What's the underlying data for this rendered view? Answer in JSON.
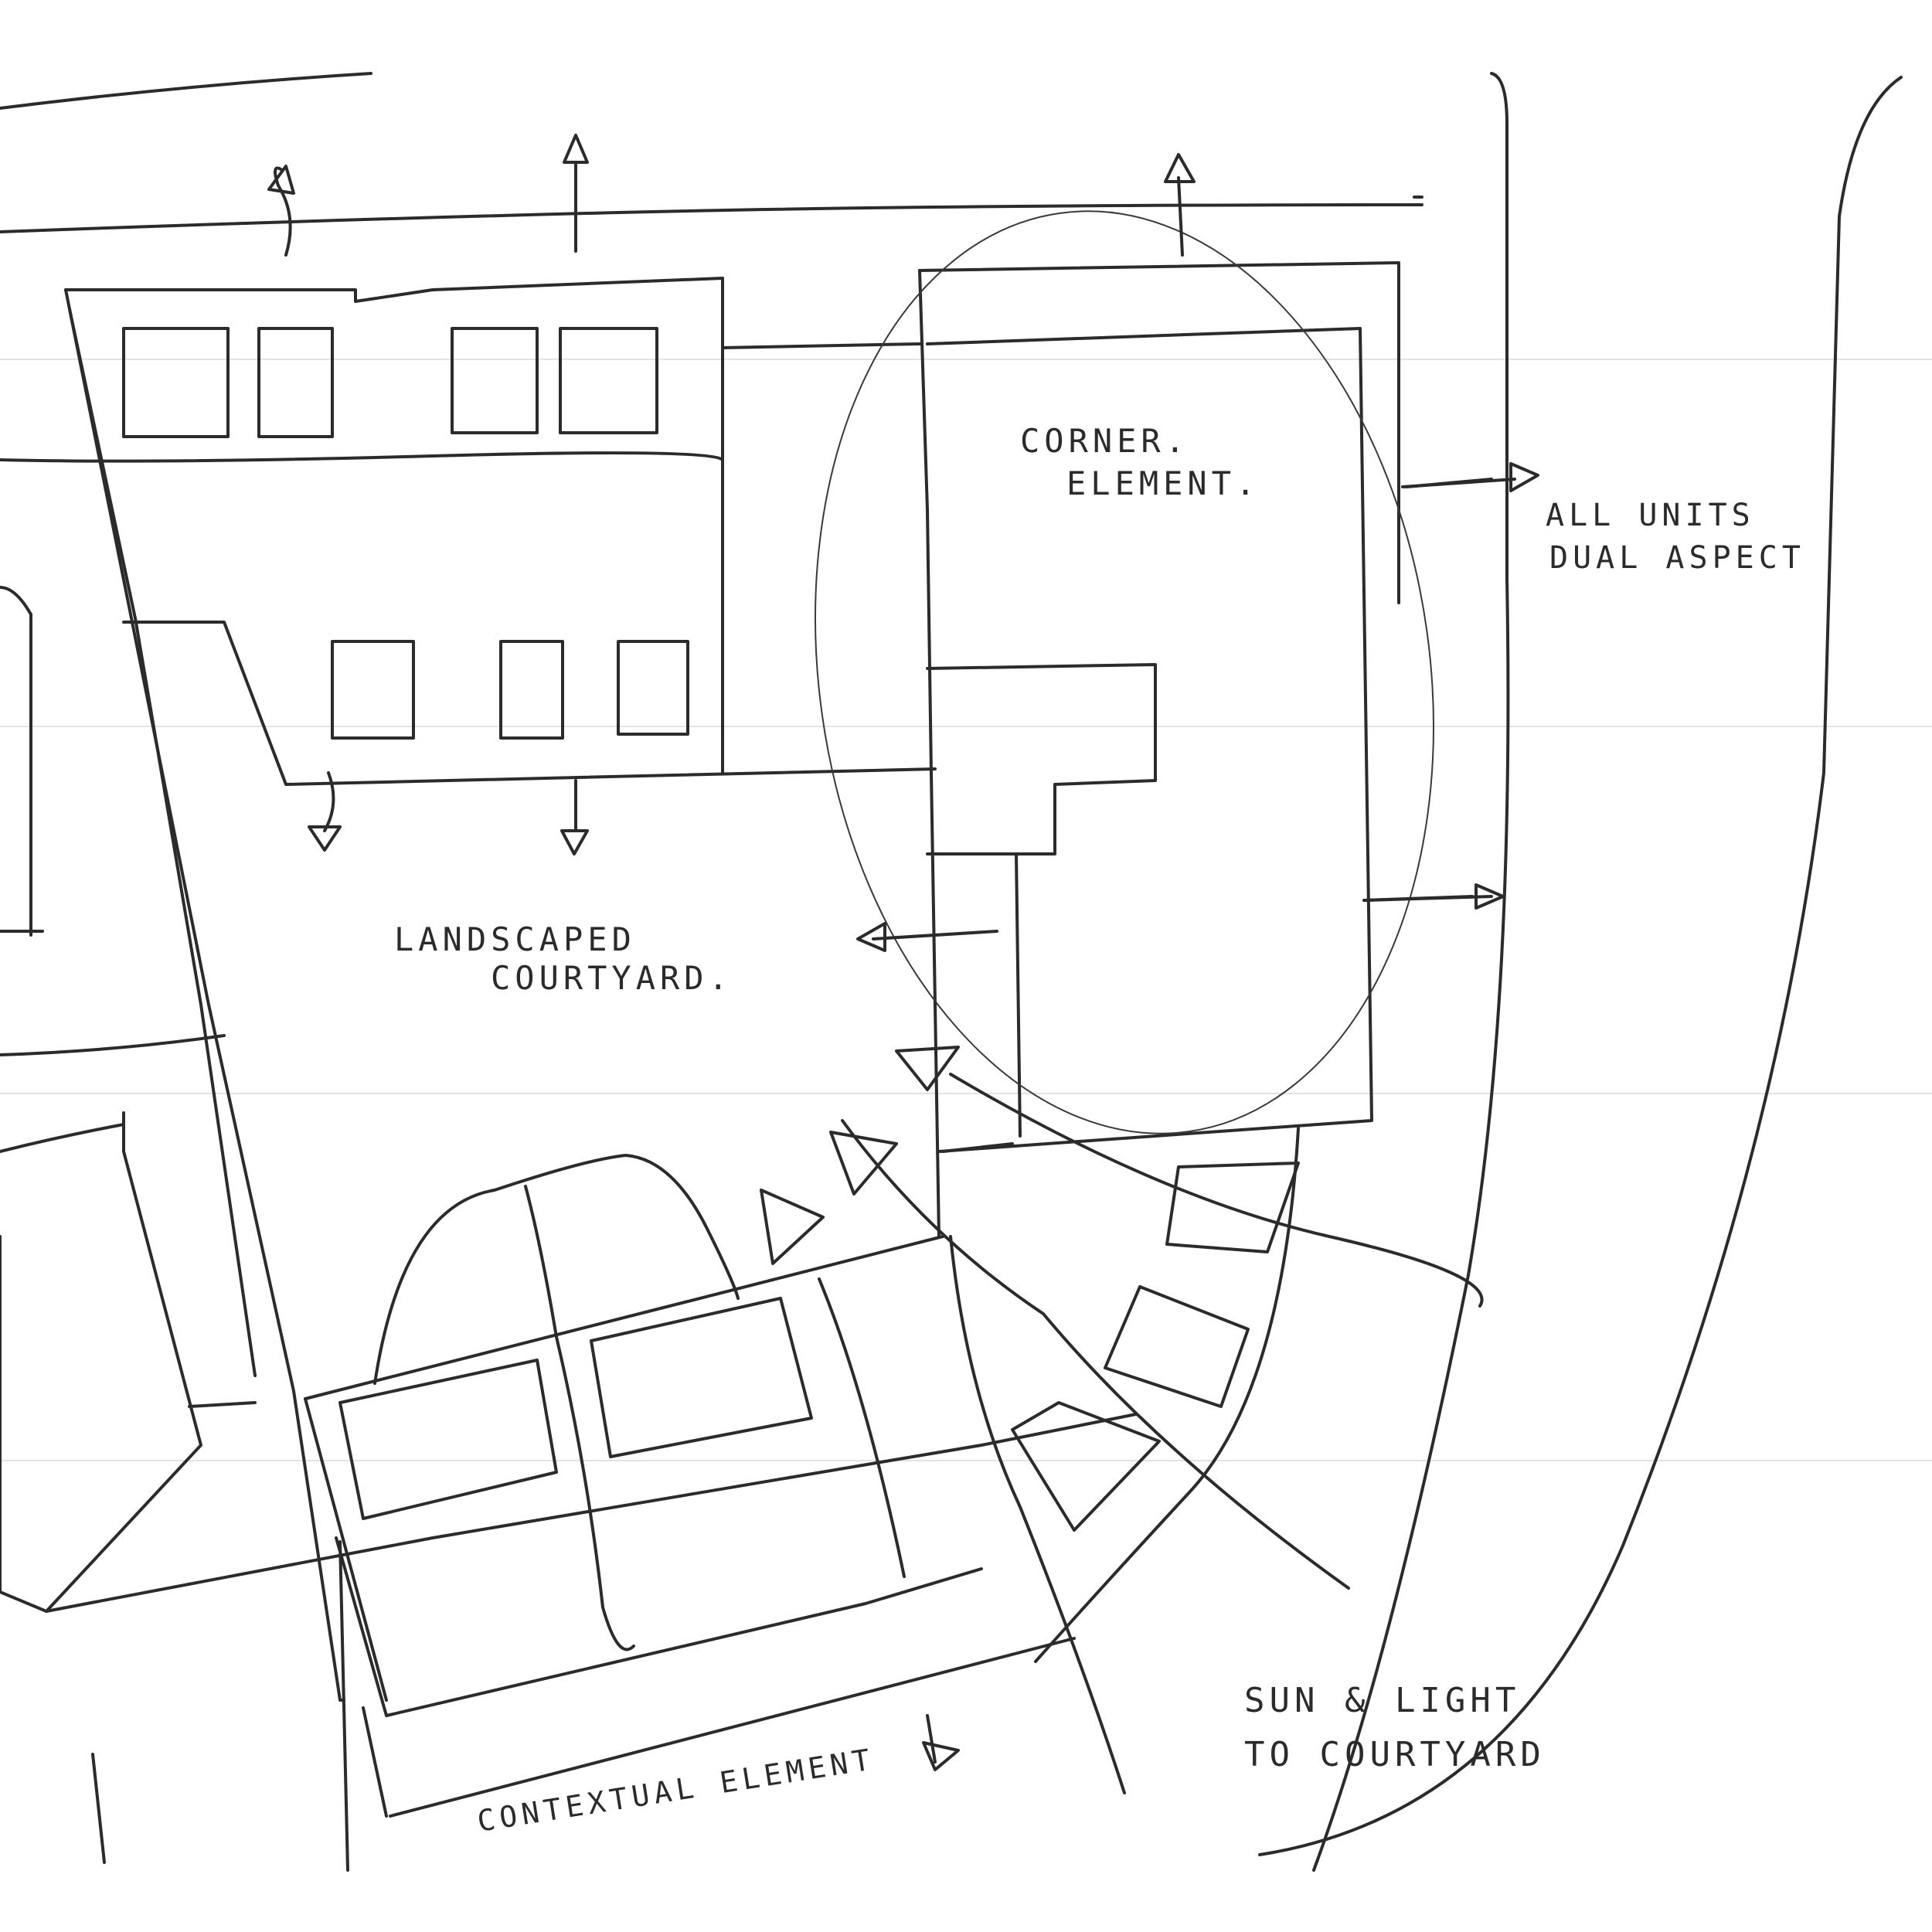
{
  "labels": {
    "corner_element": [
      "CORNER.",
      "ELEMENT."
    ],
    "all_units": [
      "ALL UNITS",
      "DUAL ASPECT"
    ],
    "landscaped": [
      "LANDSCAPED",
      "COURTYARD."
    ],
    "sun_light": [
      "SUN & LIGHT",
      "TO COURTYARD"
    ],
    "contextual": "CONTEXTUAL ELEMENT"
  },
  "colors": {
    "ink": "#2b2b2b",
    "rule": "#e3e3e3",
    "paper": "#ffffff"
  }
}
